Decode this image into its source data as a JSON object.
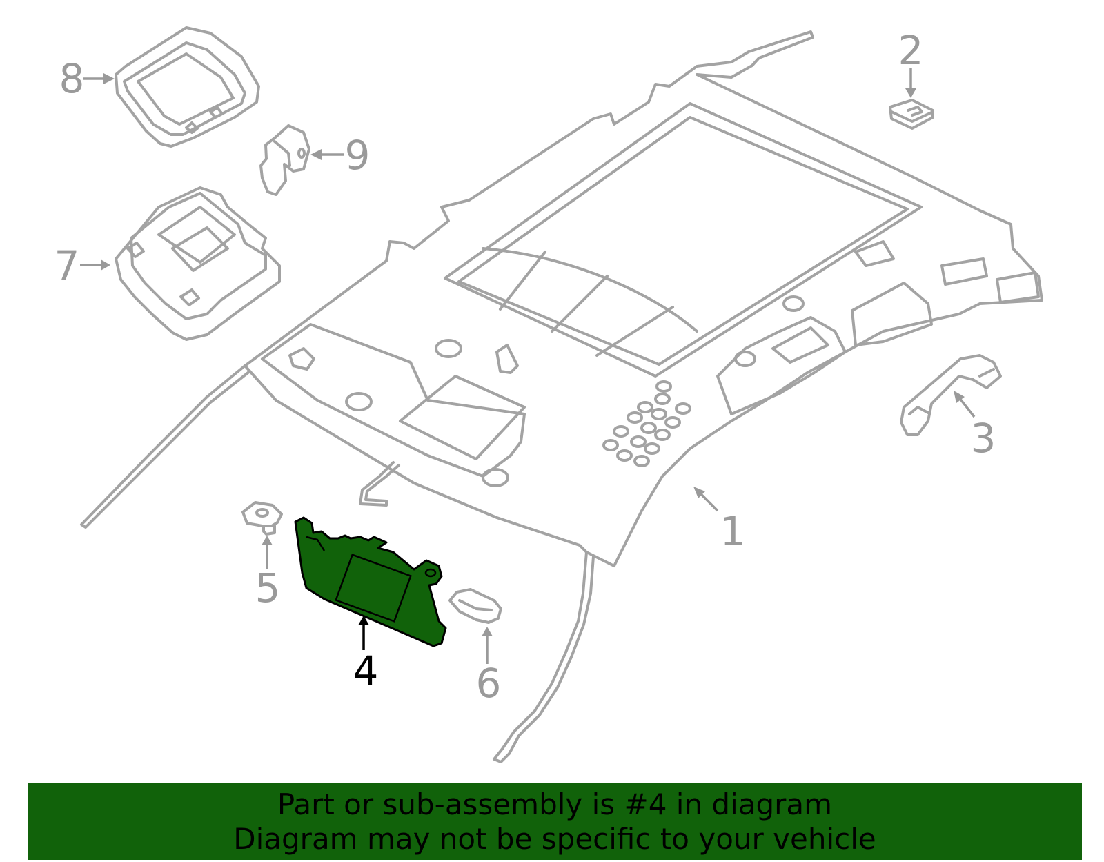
{
  "callouts": {
    "c1": "1",
    "c2": "2",
    "c3": "3",
    "c4": "4",
    "c5": "5",
    "c6": "6",
    "c7": "7",
    "c8": "8",
    "c9": "9"
  },
  "selected_part": "4",
  "colors": {
    "highlight": "#11620a",
    "line_art": "#a3a3a3",
    "banner": "#11620a"
  },
  "banner": {
    "line1": "Part or sub-assembly is #4 in diagram",
    "line2": "Diagram may not be specific to your vehicle"
  }
}
